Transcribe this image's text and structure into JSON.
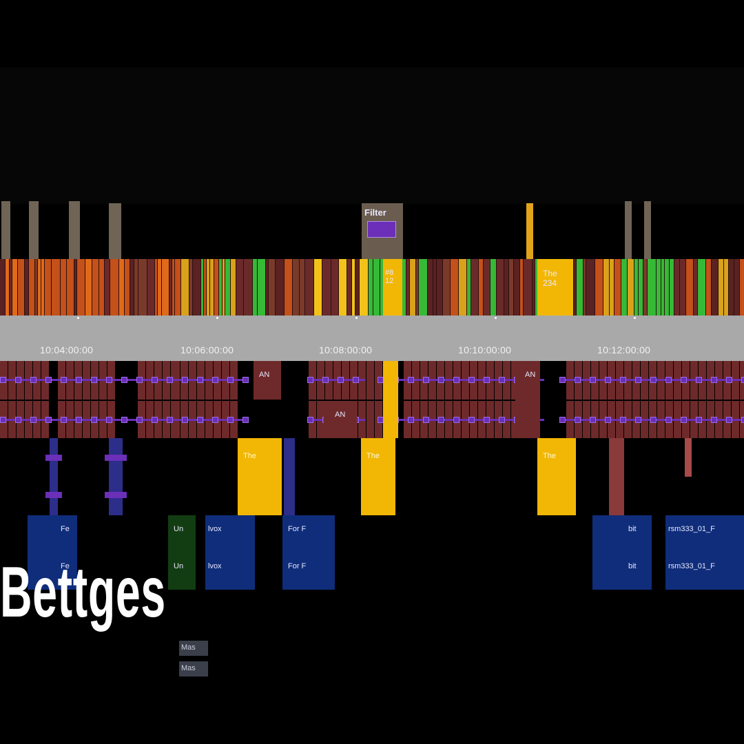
{
  "timeline": {
    "timecodes": [
      "10:04:00:00",
      "10:06:00:00",
      "10:08:00:00",
      "10:10:00:00",
      "10:12:00:00"
    ],
    "filter_clip_label": "Filter",
    "clip_labels": {
      "v_yellow_a": "#8 12",
      "v_yellow_b": "The 234",
      "a1": "AN",
      "a2": "AN",
      "a3": "AN",
      "y1": "The",
      "y2": "The",
      "y3": "The",
      "b1": "Fe",
      "b2": "Un",
      "b3": "lvox",
      "b4": "For F",
      "b5": "bit",
      "b6": "rsm333_01_F",
      "b7": "Fe",
      "b8": "Un",
      "b9": "lvox",
      "b10": "For F",
      "b11": "bit",
      "b12": "rsm333_01_F",
      "small1": "Mas",
      "small2": "Mas"
    }
  },
  "overlay": {
    "name_text": "Bettges"
  },
  "colors": {
    "background": "#000000",
    "ruler": "#a9a9a9",
    "audio_clip": "#6e2a2a",
    "effect_purple": "#6b2fb8",
    "title_yellow": "#f2b705",
    "music_blue": "#0f2d7a",
    "green_clip": "#1d6b1d"
  }
}
